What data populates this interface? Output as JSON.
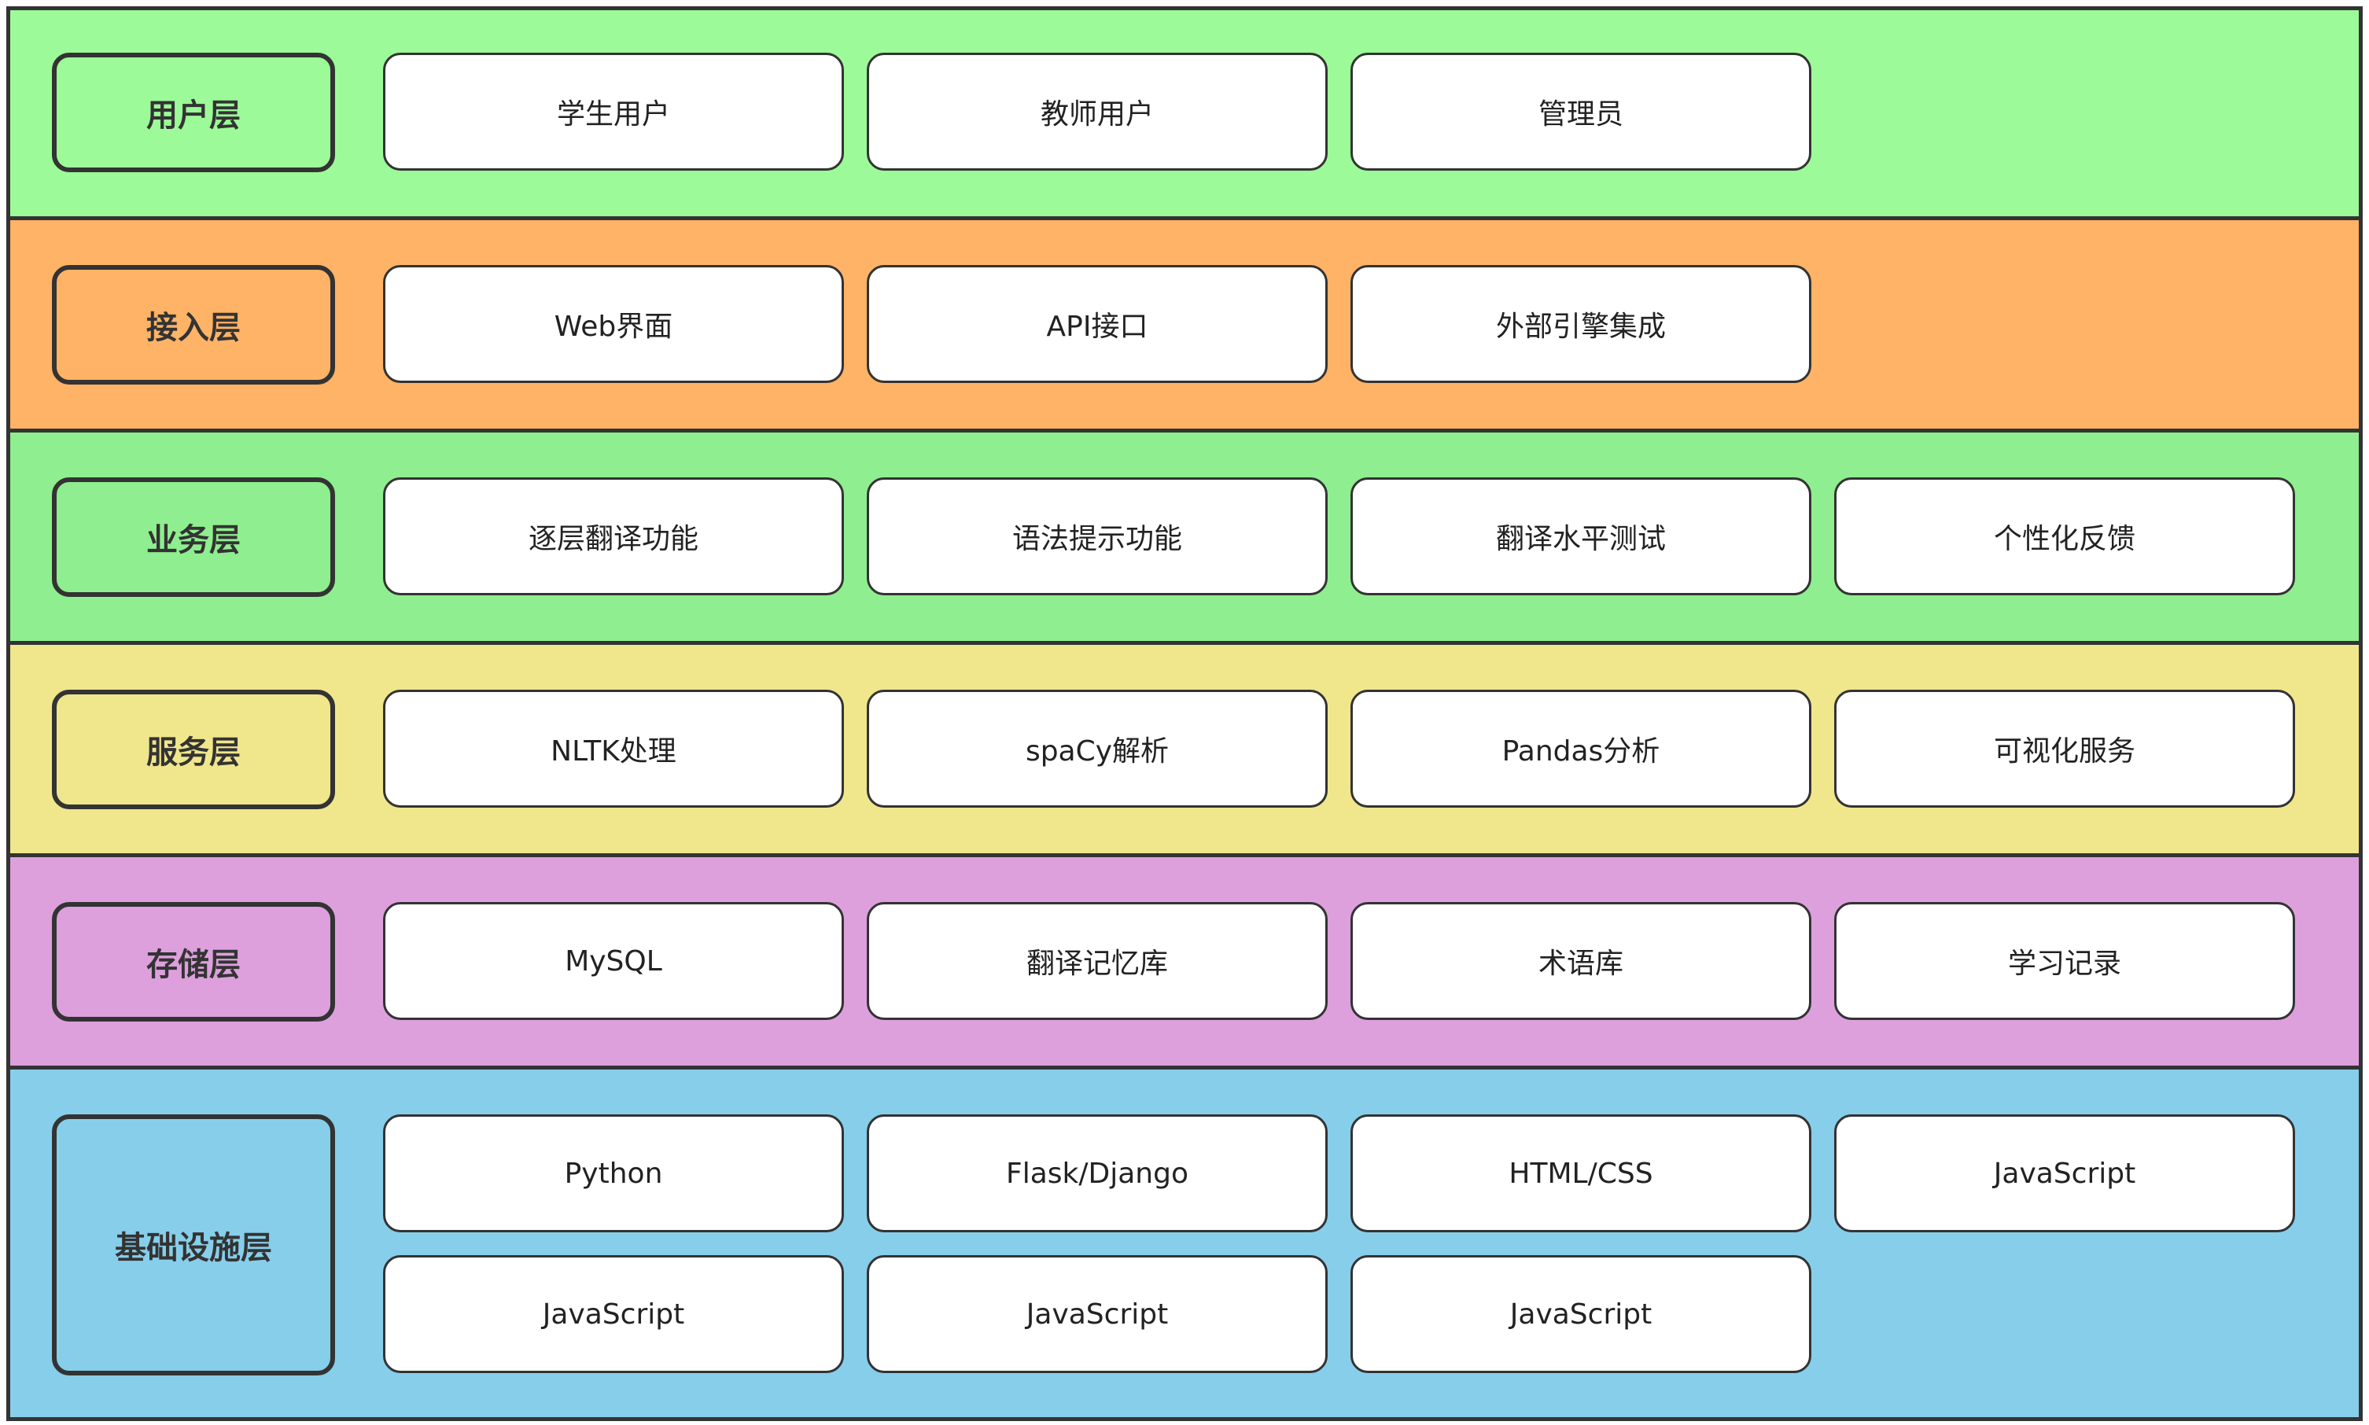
{
  "layers": [
    {
      "label": "用户层",
      "color": "#9cfb98",
      "nodes": [
        "学生用户",
        "教师用户",
        "管理员"
      ]
    },
    {
      "label": "接入层",
      "color": "#ffb366",
      "nodes": [
        "Web界面",
        "API接口",
        "外部引擎集成"
      ]
    },
    {
      "label": "业务层",
      "color": "#8fee8f",
      "nodes": [
        "逐层翻译功能",
        "语法提示功能",
        "翻译水平测试",
        "个性化反馈"
      ]
    },
    {
      "label": "服务层",
      "color": "#f0e68c",
      "nodes": [
        "NLTK处理",
        "spaCy解析",
        "Pandas分析",
        "可视化服务"
      ]
    },
    {
      "label": "存储层",
      "color": "#dda0dd",
      "nodes": [
        "MySQL",
        "翻译记忆库",
        "术语库",
        "学习记录"
      ]
    },
    {
      "label": "基础设施层",
      "color": "#87ceeb",
      "nodes": [
        "Python",
        "Flask/Django",
        "HTML/CSS",
        "JavaScript",
        "JavaScript",
        "JavaScript",
        "JavaScript"
      ]
    }
  ]
}
